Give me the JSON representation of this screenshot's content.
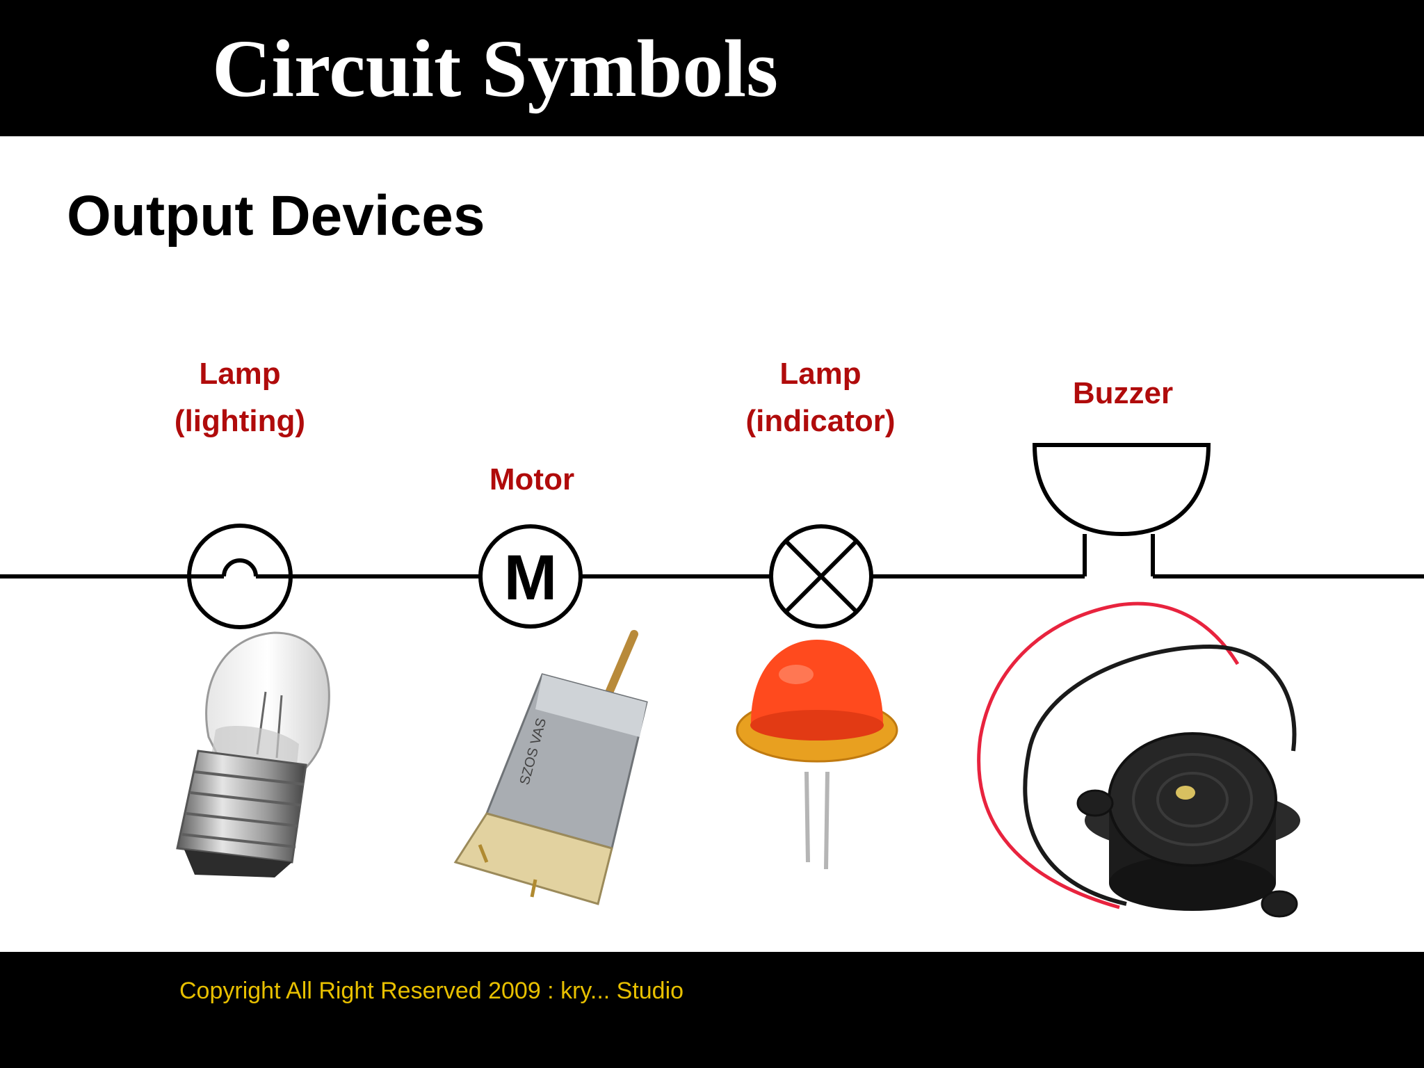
{
  "header": {
    "title": "Circuit Symbols"
  },
  "section": {
    "title": "Output Devices"
  },
  "devices": [
    {
      "id": "lamp-lighting",
      "label_lines": [
        "Lamp",
        "(lighting)"
      ],
      "symbol": "lamp-filament-circle"
    },
    {
      "id": "motor",
      "label_lines": [
        "Motor"
      ],
      "symbol": "motor-circle",
      "symbol_text": "M"
    },
    {
      "id": "lamp-indicator",
      "label_lines": [
        "Lamp",
        "(indicator)"
      ],
      "symbol": "lamp-cross-circle"
    },
    {
      "id": "buzzer",
      "label_lines": [
        "Buzzer"
      ],
      "symbol": "buzzer-dome"
    }
  ],
  "footer": {
    "copyright": "Copyright All Right Reserved 2009 : kry... Studio"
  },
  "colors": {
    "header_bg": "#000000",
    "title_text": "#ffffff",
    "label_text": "#b00b0b",
    "footer_text": "#e8c000",
    "wire": "#000000"
  },
  "icons": [
    "light-bulb-photo",
    "dc-motor-photo",
    "red-led-photo",
    "piezo-buzzer-photo"
  ]
}
